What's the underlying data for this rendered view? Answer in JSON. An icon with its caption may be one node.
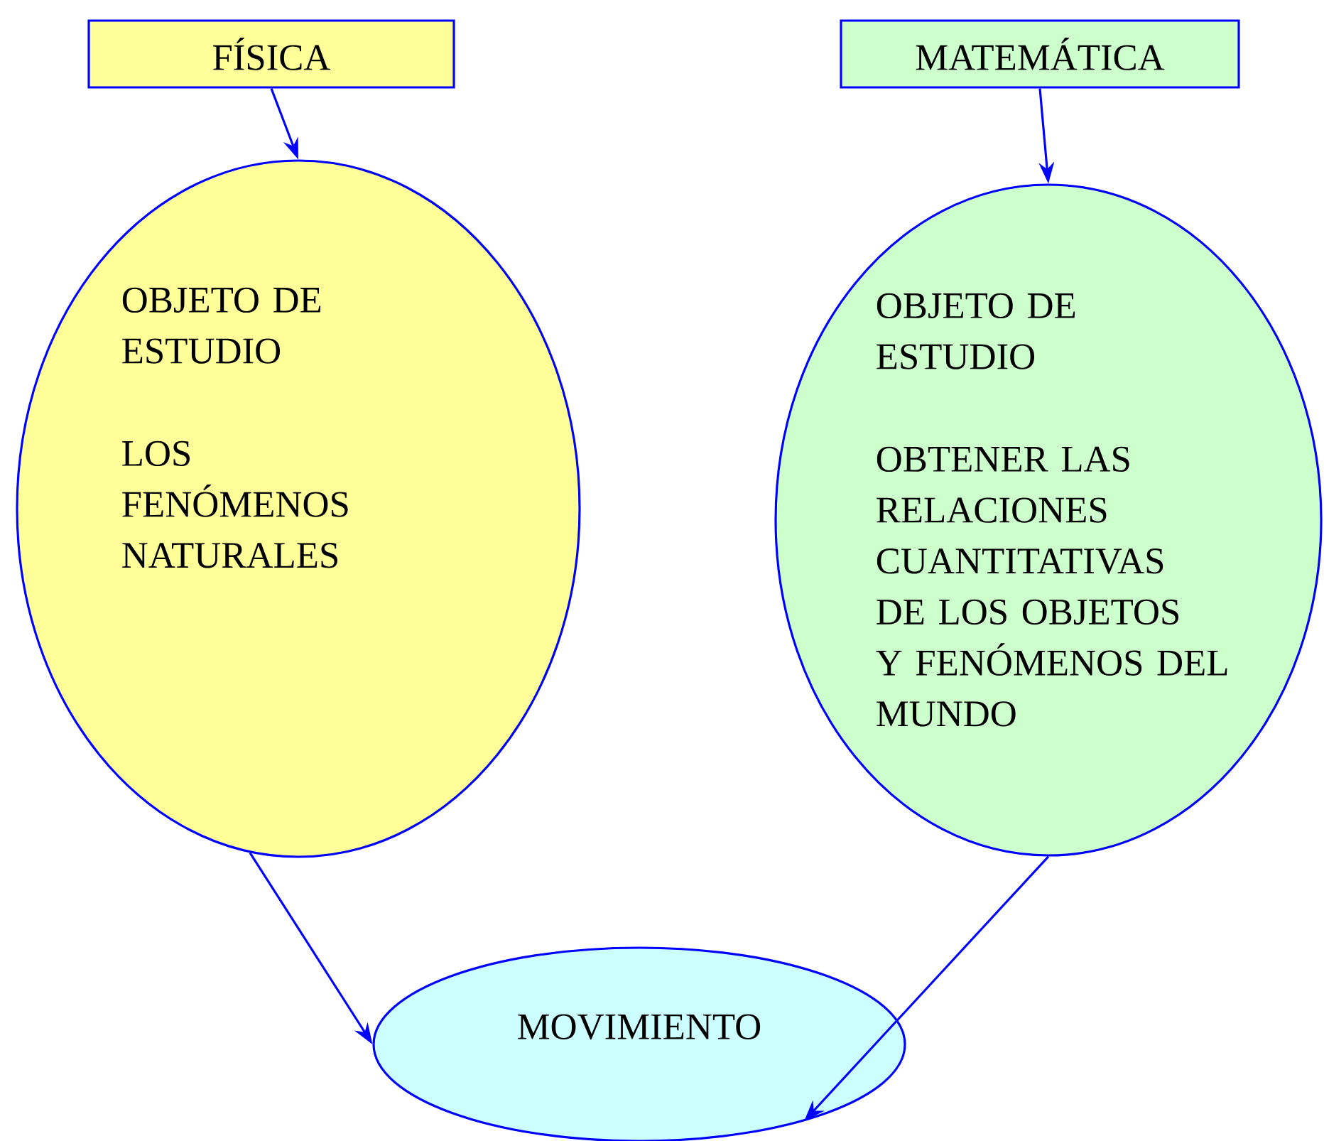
{
  "diagram": {
    "nodes": [
      {
        "text": [
          "FÍSICA"
        ]
      },
      {
        "text": [
          "MATEMÁTICA"
        ]
      },
      {
        "text": [
          "OBJETO DE ESTUDIO",
          "LOS FENÓMENOS NATURALES"
        ]
      },
      {
        "text": [
          "OBJETO DE ESTUDIO",
          "OBTENER LAS RELACIONES CUANTITATIVAS DE LOS OBJETOS Y FENÓMENOS DEL MUNDO"
        ]
      },
      {
        "text": [
          "MOVIMIENTO"
        ]
      }
    ],
    "edges": [
      {
        "from": 0,
        "to": 2,
        "arrow": "to"
      },
      {
        "from": 1,
        "to": 3,
        "arrow": "to"
      },
      {
        "from": 2,
        "to": 4,
        "arrow": "to"
      },
      {
        "from": 3,
        "to": 4,
        "arrow": "to"
      }
    ]
  }
}
